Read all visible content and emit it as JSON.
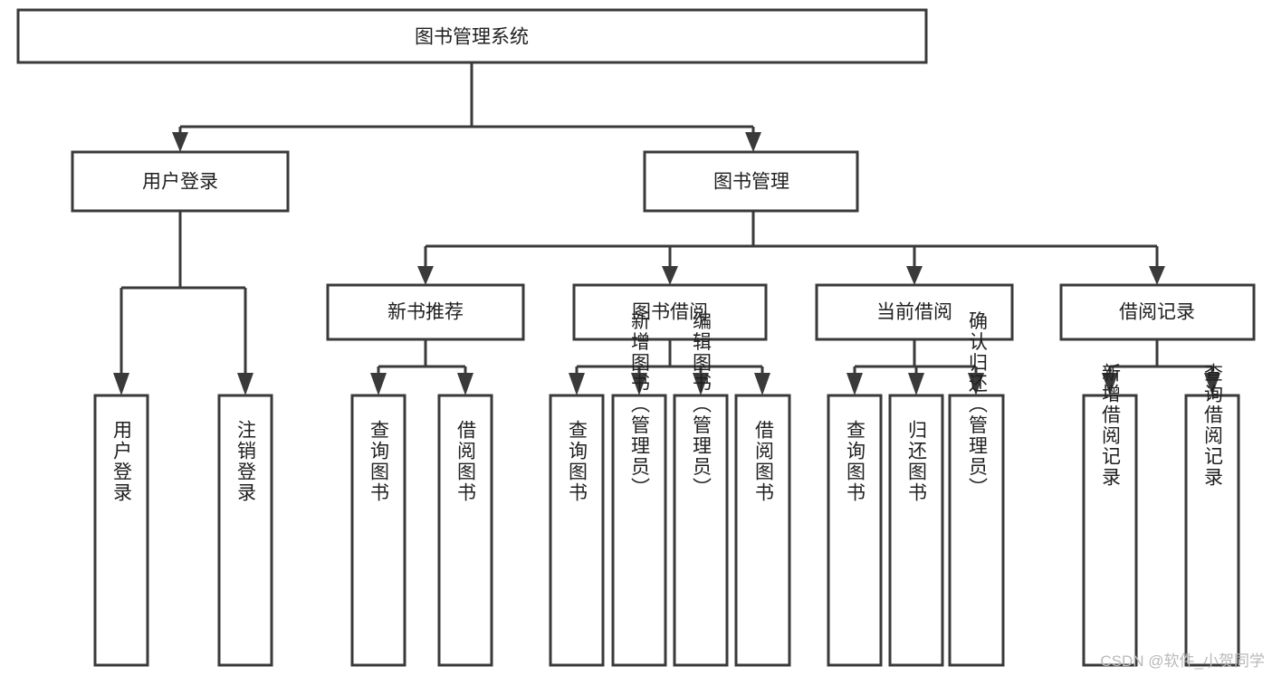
{
  "diagram": {
    "title_node": {
      "label": "图书管理系统"
    },
    "level2": [
      {
        "id": "user-login",
        "label": "用户登录"
      },
      {
        "id": "book-management",
        "label": "图书管理"
      }
    ],
    "level3": [
      {
        "id": "new-book-recommend",
        "label": "新书推荐",
        "parent": "book-management"
      },
      {
        "id": "book-borrow",
        "label": "图书借阅",
        "parent": "book-management"
      },
      {
        "id": "current-borrow",
        "label": "当前借阅",
        "parent": "book-management"
      },
      {
        "id": "borrow-record",
        "label": "借阅记录",
        "parent": "book-management"
      }
    ],
    "leaves": [
      {
        "id": "leaf-user-login",
        "label": "用户登录",
        "parent": "user-login"
      },
      {
        "id": "leaf-logout-login",
        "label": "注销登录",
        "parent": "user-login"
      },
      {
        "id": "leaf-query-book-1",
        "label": "查询图书",
        "parent": "new-book-recommend"
      },
      {
        "id": "leaf-borrow-book-1",
        "label": "借阅图书",
        "parent": "new-book-recommend"
      },
      {
        "id": "leaf-query-book-2",
        "label": "查询图书",
        "parent": "book-borrow"
      },
      {
        "id": "leaf-add-book",
        "label": "新增图书（管理员）",
        "parent": "book-borrow"
      },
      {
        "id": "leaf-edit-book",
        "label": "编辑图书（管理员）",
        "parent": "book-borrow"
      },
      {
        "id": "leaf-borrow-book-2",
        "label": "借阅图书",
        "parent": "book-borrow"
      },
      {
        "id": "leaf-query-book-3",
        "label": "查询图书",
        "parent": "current-borrow"
      },
      {
        "id": "leaf-return-book",
        "label": "归还图书",
        "parent": "current-borrow"
      },
      {
        "id": "leaf-confirm-return",
        "label": "确认归还（管理员）",
        "parent": "current-borrow"
      },
      {
        "id": "leaf-add-record",
        "label": "新增借阅记录",
        "parent": "borrow-record"
      },
      {
        "id": "leaf-query-record",
        "label": "查询借阅记录",
        "parent": "borrow-record"
      }
    ],
    "colors": {
      "stroke": "#3a3a3a",
      "fill": "#ffffff",
      "text": "#1f1f1f",
      "watermark": "#b9b9b9"
    }
  },
  "watermark": {
    "text": "CSDN @软件_小贺同学"
  }
}
